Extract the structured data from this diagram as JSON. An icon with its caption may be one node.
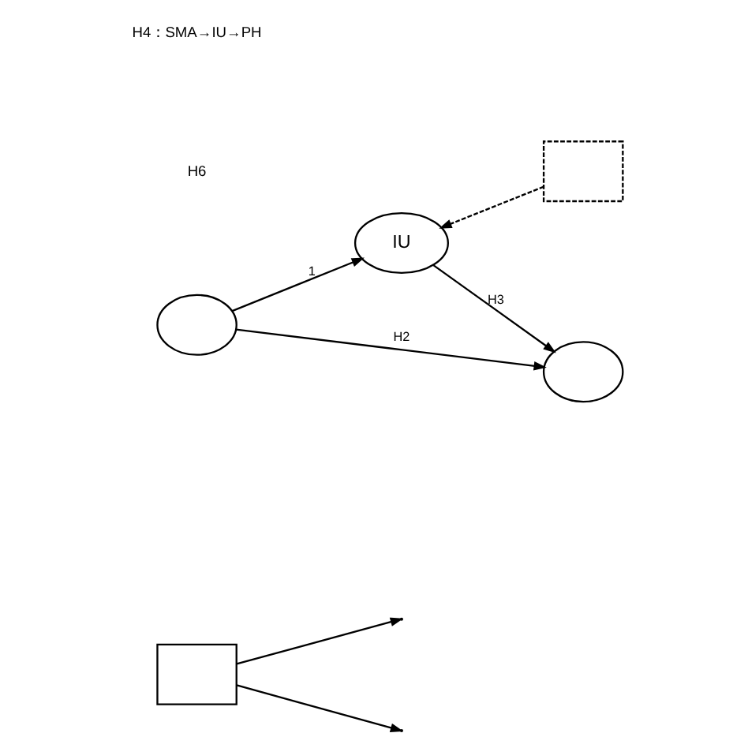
{
  "diagram": {
    "nodes": [
      {
        "text": [],
        "shape": "box"
      },
      {
        "text": [
          "IU"
        ]
      },
      {
        "text": [],
        "shape": "box"
      },
      {
        "text": [],
        "shape": "ellipse"
      },
      {
        "text": [],
        "shape": "ellipse"
      }
    ],
    "edges": [
      {
        "from": 2,
        "to": 1,
        "arrow": "to",
        "style": "dashed"
      },
      {
        "from": 3,
        "to": 1,
        "arrow": "to",
        "label": "1"
      },
      {
        "from": 1,
        "to": 4,
        "arrow": "to",
        "label": "H3"
      },
      {
        "from": 3,
        "to": 4,
        "arrow": "to",
        "label": "H2"
      },
      {
        "from": 0,
        "to": null,
        "arrow": "to"
      },
      {
        "from": 0,
        "to": null,
        "arrow": "to"
      }
    ],
    "labels": [
      "H6",
      "H4：SMA→IU→PH"
    ]
  }
}
